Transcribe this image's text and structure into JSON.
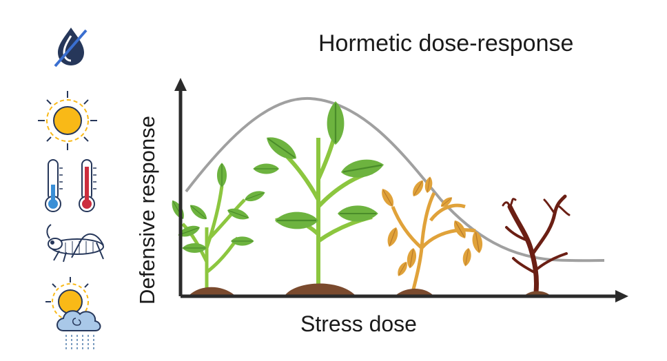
{
  "title": "Hormetic dose-response",
  "x_axis_label": "Stress dose",
  "y_axis_label": "Defensive response",
  "stress_icons": [
    "drought-icon",
    "sun-heat-icon",
    "cold-thermometer-icon",
    "hot-thermometer-icon",
    "grasshopper-icon",
    "rain-cloud-sun-icon"
  ],
  "plant_stages": [
    "healthy-small-plant",
    "healthy-large-plant",
    "wilting-plant",
    "dead-plant"
  ],
  "colors": {
    "leaf": "#6db33f",
    "leaf_dark": "#4a8c2a",
    "stem": "#8cc63f",
    "wilted": "#e0a23a",
    "dead": "#6b1f14",
    "soil": "#7a4a2e",
    "curve": "#a0a0a0",
    "axis": "#2b2b2b",
    "icon_navy": "#26375a",
    "icon_yellow": "#f9b917",
    "icon_blue": "#3a8fd6",
    "icon_red": "#cc2d3e"
  }
}
